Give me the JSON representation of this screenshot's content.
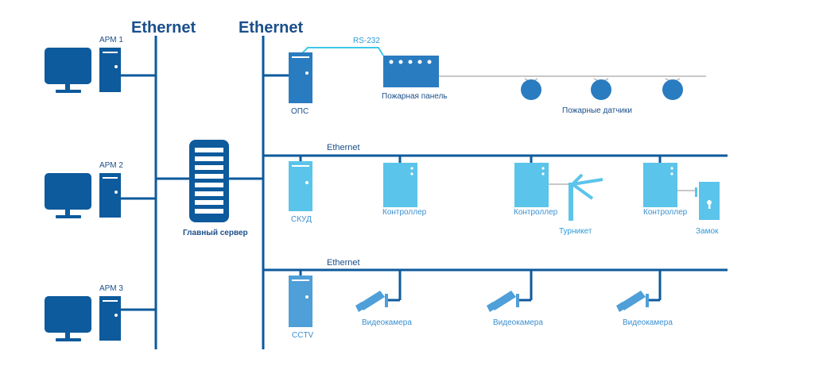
{
  "labels": {
    "ethernet_left": "Ethernet",
    "ethernet_right": "Ethernet",
    "ethernet_skud": "Ethernet",
    "ethernet_cctv": "Ethernet",
    "arm1": "АРМ 1",
    "arm2": "АРМ 2",
    "arm3": "АРМ 3",
    "main_server": "Главный сервер",
    "ops": "ОПС",
    "rs232": "RS-232",
    "fire_panel": "Пожарная панель",
    "fire_sensors": "Пожарные датчики",
    "skud": "СКУД",
    "controller_1": "Контроллер",
    "controller_2": "Контроллер",
    "controller_3": "Контроллер",
    "turnstile": "Турникет",
    "lock": "Замок",
    "cctv": "CCTV",
    "camera_1": "Видеокамера",
    "camera_2": "Видеокамера",
    "camera_3": "Видеокамера"
  },
  "colors": {
    "dark_blue": "#0d5a9c",
    "mid_blue": "#2a7cc0",
    "light_blue": "#5bc4ea",
    "sky_blue": "#4f9fd8",
    "line_gray": "#b5b5b5",
    "rs232_cyan": "#3ec8e8"
  }
}
